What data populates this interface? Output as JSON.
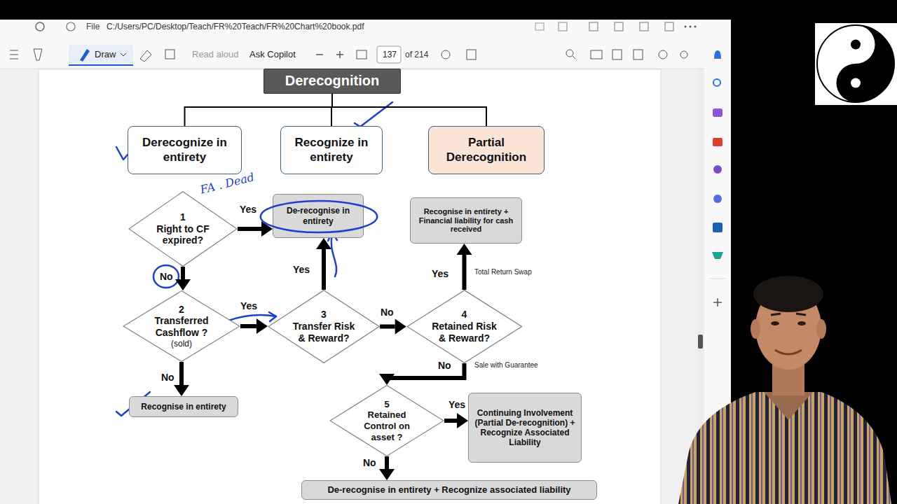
{
  "diagram": {
    "nodes": [
      {
        "text": [
          "Derecognition"
        ]
      },
      {
        "text": [
          "Derecognize in entirety"
        ]
      },
      {
        "text": [
          "Recognize in entirety"
        ]
      },
      {
        "text": [
          "Partial Derecognition"
        ]
      },
      {
        "text": [
          "1",
          "Right to CF expired?"
        ]
      },
      {
        "text": [
          "De-recognise in entirety"
        ]
      },
      {
        "text": [
          "Recognise in entirety + Financial liability for cash received"
        ]
      },
      {
        "text": [
          "2",
          "Transferred Cashflow ?",
          "(sold)"
        ]
      },
      {
        "text": [
          "3",
          "Transfer Risk & Reward?"
        ]
      },
      {
        "text": [
          "4",
          "Retained Risk & Reward?"
        ]
      },
      {
        "text": [
          "Recognise in entirety"
        ]
      },
      {
        "text": [
          "5",
          "Retained Control on asset ?"
        ]
      },
      {
        "text": [
          "Continuing Involvement (Partial De-recognition) + Recognize Associated Liability"
        ]
      },
      {
        "text": [
          "De-recognise in entirety + Recognize associated liability"
        ]
      }
    ],
    "edges": [
      {
        "from": 0,
        "to": 1,
        "arrow": "none"
      },
      {
        "from": 0,
        "to": 2,
        "arrow": "none"
      },
      {
        "from": 0,
        "to": 3,
        "arrow": "none"
      },
      {
        "from": 4,
        "to": 5,
        "arrow": "to",
        "label": "Yes"
      },
      {
        "from": 4,
        "to": 7,
        "arrow": "to",
        "label": "No"
      },
      {
        "from": 7,
        "to": 8,
        "arrow": "to",
        "label": "Yes"
      },
      {
        "from": 7,
        "to": 10,
        "arrow": "to",
        "label": "No"
      },
      {
        "from": 8,
        "to": 5,
        "arrow": "to",
        "label": "Yes"
      },
      {
        "from": 8,
        "to": 9,
        "arrow": "to",
        "label": "No"
      },
      {
        "from": 9,
        "to": 6,
        "arrow": "to",
        "label": "Yes"
      },
      {
        "from": 9,
        "to": 11,
        "arrow": "to",
        "label": "No"
      },
      {
        "from": 11,
        "to": 12,
        "arrow": "to",
        "label": "Yes"
      },
      {
        "from": 11,
        "to": 13,
        "arrow": "to",
        "label": "No"
      }
    ],
    "labels": [
      "File",
      "C:/Users/PC/Desktop/Teach/FR%20Teach/FR%20Chart%20book.pdf",
      "Draw",
      "Read aloud",
      "Ask Copilot",
      "137",
      "of 214",
      "FA . Dead",
      "Total Return Swap",
      "Sale with Guarantee"
    ]
  }
}
